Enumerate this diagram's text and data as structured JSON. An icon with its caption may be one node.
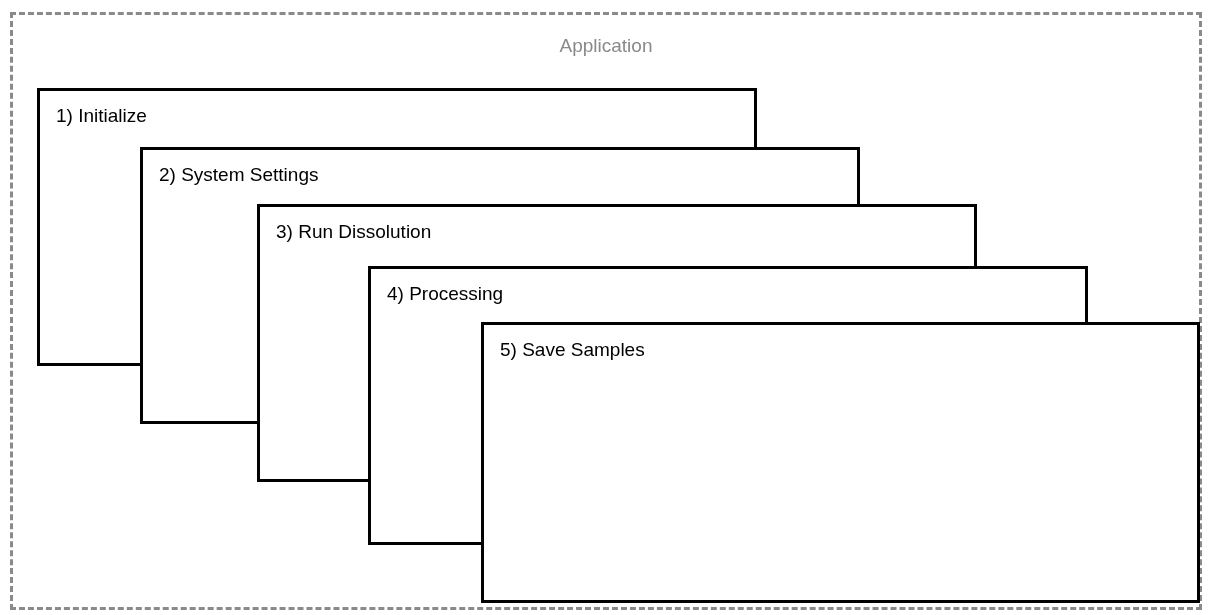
{
  "diagram": {
    "nodes": [
      {
        "text": [
          "Application"
        ]
      },
      {
        "text": [
          "1) Initialize"
        ],
        "in": 0
      },
      {
        "text": [
          "2) System Settings"
        ],
        "in": 0
      },
      {
        "text": [
          "3) Run Dissolution"
        ],
        "in": 0
      },
      {
        "text": [
          "4) Processing"
        ],
        "in": 0
      },
      {
        "text": [
          "5) Save Samples"
        ],
        "in": 0
      }
    ]
  }
}
